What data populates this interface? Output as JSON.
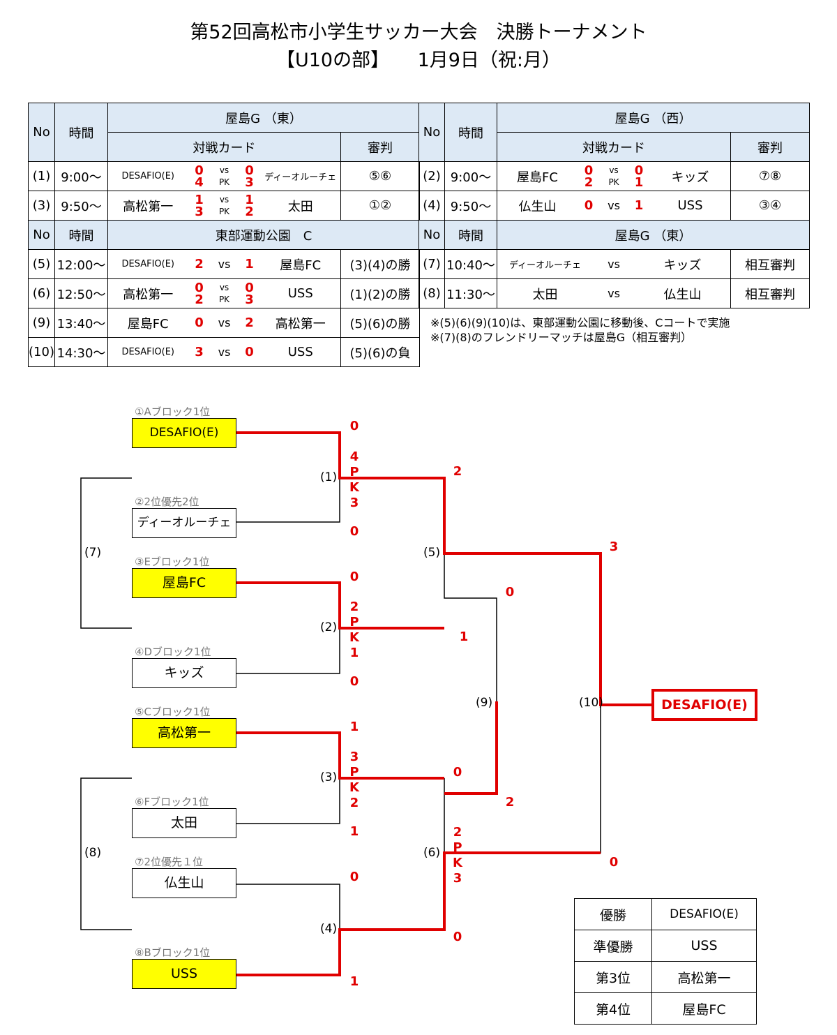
{
  "title_line1": "第52回高松市小学生サッカー大会　決勝トーナメント",
  "title_line2": "【U10の部】　　1月9日（祝:月）",
  "headers": {
    "no": "No",
    "time": "時間",
    "card": "対戦カード",
    "ref": "審判",
    "venue_east": "屋島G （東）",
    "venue_west": "屋島G （西）",
    "venue_tobu": "東部運動公園　C",
    "vs": "vs",
    "pk": "PK"
  },
  "matches": {
    "m1": {
      "no": "(1)",
      "time": "9:00～",
      "t1": "DESAFIO(E)",
      "s1": "0",
      "p1": "4",
      "s2": "0",
      "p2": "3",
      "t2": "ディーオルーチェ",
      "ref": "⑤⑥"
    },
    "m2": {
      "no": "(2)",
      "time": "9:00～",
      "t1": "屋島FC",
      "s1": "0",
      "p1": "2",
      "s2": "0",
      "p2": "1",
      "t2": "キッズ",
      "ref": "⑦⑧"
    },
    "m3": {
      "no": "(3)",
      "time": "9:50～",
      "t1": "高松第一",
      "s1": "1",
      "p1": "3",
      "s2": "1",
      "p2": "2",
      "t2": "太田",
      "ref": "①②"
    },
    "m4": {
      "no": "(4)",
      "time": "9:50～",
      "t1": "仏生山",
      "s1": "0",
      "s2": "1",
      "t2": "USS",
      "ref": "③④"
    },
    "m5": {
      "no": "(5)",
      "time": "12:00～",
      "t1": "DESAFIO(E)",
      "s1": "2",
      "s2": "1",
      "t2": "屋島FC",
      "ref": "(3)(4)の勝"
    },
    "m6": {
      "no": "(6)",
      "time": "12:50～",
      "t1": "高松第一",
      "s1": "0",
      "p1": "2",
      "s2": "0",
      "p2": "3",
      "t2": "USS",
      "ref": "(1)(2)の勝"
    },
    "m7": {
      "no": "(7)",
      "time": "10:40～",
      "t1": "ディーオルーチェ",
      "t2": "キッズ",
      "ref": "相互審判"
    },
    "m8": {
      "no": "(8)",
      "time": "11:30～",
      "t1": "太田",
      "t2": "仏生山",
      "ref": "相互審判"
    },
    "m9": {
      "no": "(9)",
      "time": "13:40～",
      "t1": "屋島FC",
      "s1": "0",
      "s2": "2",
      "t2": "高松第一",
      "ref": "(5)(6)の勝"
    },
    "m10": {
      "no": "(10)",
      "time": "14:30～",
      "t1": "DESAFIO(E)",
      "s1": "3",
      "s2": "0",
      "t2": "USS",
      "ref": "(5)(6)の負"
    }
  },
  "notes": [
    "※(5)(6)(9)(10)は、東部運動公園に移動後、Cコートで実施",
    "※(7)(8)のフレンドリーマッチは屋島G（相互審判）"
  ],
  "bracket": {
    "seeds": [
      {
        "label": "①Aブロック1位",
        "team": "DESAFIO(E)"
      },
      {
        "label": "②2位優先2位",
        "team": "ディーオルーチェ"
      },
      {
        "label": "③Eブロック1位",
        "team": "屋島FC"
      },
      {
        "label": "④Dブロック1位",
        "team": "キッズ"
      },
      {
        "label": "⑤Cブロック1位",
        "team": "高松第一"
      },
      {
        "label": "⑥Fブロック1位",
        "team": "太田"
      },
      {
        "label": "⑦2位優先１位",
        "team": "仏生山"
      },
      {
        "label": "⑧Bブロック1位",
        "team": "USS"
      }
    ],
    "match_labels": {
      "m1": "(1)",
      "m2": "(2)",
      "m3": "(3)",
      "m4": "(4)",
      "m5": "(5)",
      "m6": "(6)",
      "m7": "(7)",
      "m8": "(8)",
      "m9": "(9)",
      "m10": "(10)"
    },
    "scores": {
      "m1_top": "0",
      "m1_pk": "4PK3",
      "m1_bot": "0",
      "m2_top": "0",
      "m2_pk": "2PK1",
      "m2_bot": "0",
      "m3_top": "1",
      "m3_pk": "3PK2",
      "m3_bot": "1",
      "m4_top": "0",
      "m4_bot": "1",
      "m5_top": "2",
      "m5_bot": "1",
      "m6_top": "0",
      "m6_pk": "2PK3",
      "m6_bot": "0",
      "m9_top": "0",
      "m9_bot": "2",
      "m10_top": "3",
      "m10_bot": "0"
    },
    "champion": "DESAFIO(E)"
  },
  "ranking": [
    {
      "place": "優勝",
      "team": "DESAFIO(E)"
    },
    {
      "place": "準優勝",
      "team": "USS"
    },
    {
      "place": "第3位",
      "team": "高松第一"
    },
    {
      "place": "第4位",
      "team": "屋島FC"
    }
  ],
  "colors": {
    "winner_line": "#e00000",
    "seed_highlight": "#ffff00",
    "header_bg": "#dde9f5"
  }
}
